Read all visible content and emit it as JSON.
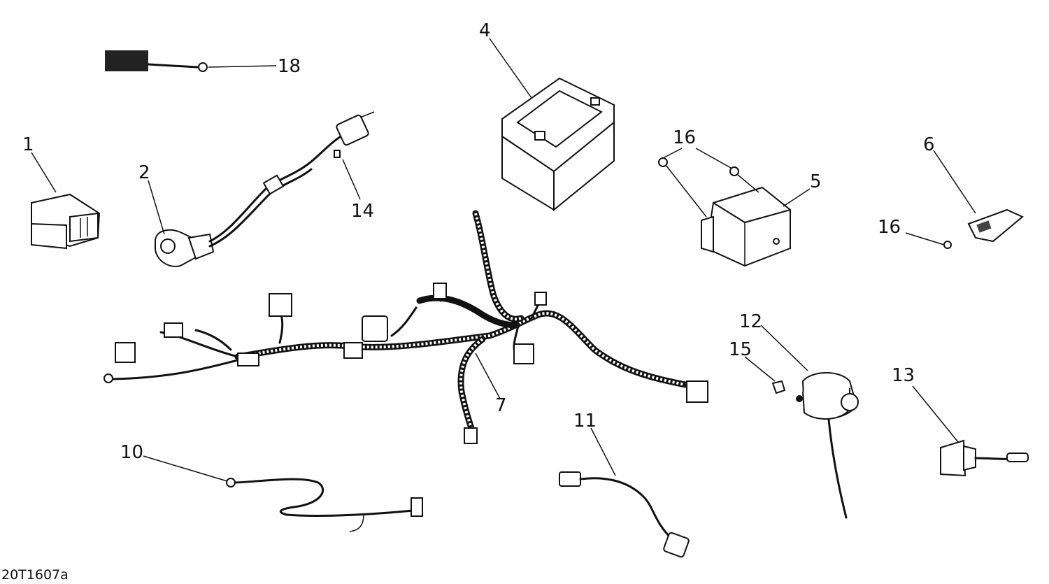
{
  "drawing_id": "20T1607a",
  "callouts": {
    "c1": "1",
    "c2": "2",
    "c4": "4",
    "c5": "5",
    "c6": "6",
    "c7": "7",
    "c10": "10",
    "c11": "11",
    "c12": "12",
    "c13": "13",
    "c14": "14",
    "c15": "15",
    "c16a": "16",
    "c16b": "16",
    "c18": "18"
  }
}
